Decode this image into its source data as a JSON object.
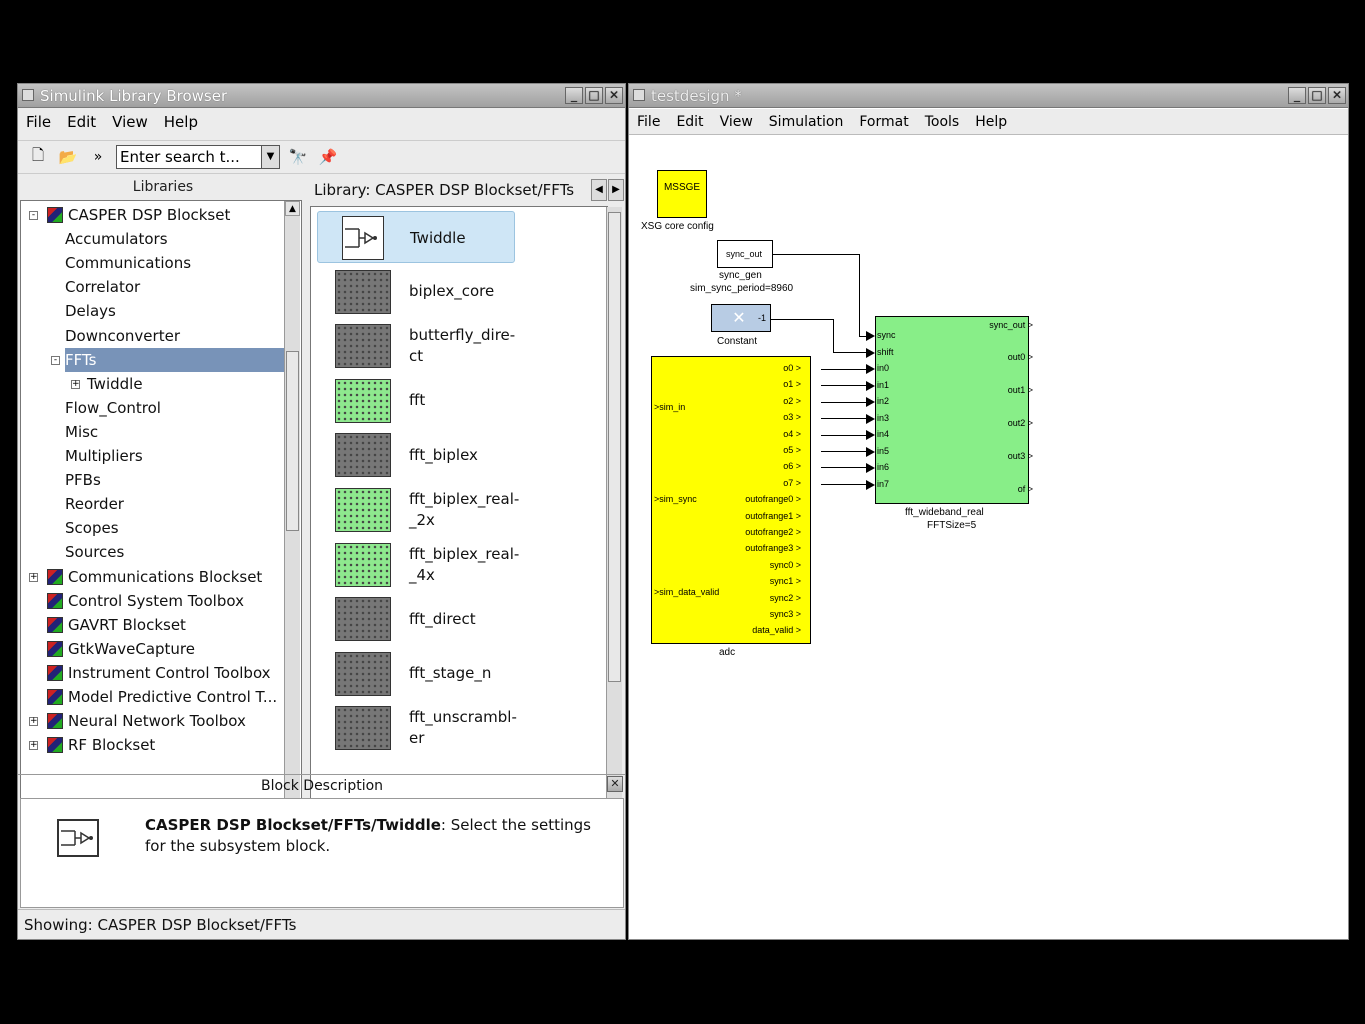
{
  "library_browser": {
    "title": "Simulink Library Browser",
    "menu": [
      "File",
      "Edit",
      "View",
      "Help"
    ],
    "search_placeholder": "Enter search t...",
    "libraries_header": "Libraries",
    "tree": [
      {
        "label": "CASPER DSP Blockset",
        "level": 0,
        "expander": "-",
        "icon": true
      },
      {
        "label": "Accumulators",
        "level": 1
      },
      {
        "label": "Communications",
        "level": 1
      },
      {
        "label": "Correlator",
        "level": 1
      },
      {
        "label": "Delays",
        "level": 1
      },
      {
        "label": "Downconverter",
        "level": 1
      },
      {
        "label": "FFTs",
        "level": 1,
        "selected": true,
        "expander": "-"
      },
      {
        "label": "Twiddle",
        "level": 2,
        "expander": "+"
      },
      {
        "label": "Flow_Control",
        "level": 1
      },
      {
        "label": "Misc",
        "level": 1
      },
      {
        "label": "Multipliers",
        "level": 1
      },
      {
        "label": "PFBs",
        "level": 1
      },
      {
        "label": "Reorder",
        "level": 1
      },
      {
        "label": "Scopes",
        "level": 1
      },
      {
        "label": "Sources",
        "level": 1
      },
      {
        "label": "Communications Blockset",
        "level": 0,
        "expander": "+",
        "icon": true
      },
      {
        "label": "Control System Toolbox",
        "level": 0,
        "icon": true
      },
      {
        "label": "GAVRT Blockset",
        "level": 0,
        "icon": true
      },
      {
        "label": "GtkWaveCapture",
        "level": 0,
        "icon": true
      },
      {
        "label": "Instrument Control Toolbox",
        "level": 0,
        "icon": true
      },
      {
        "label": "Model Predictive Control T...",
        "level": 0,
        "icon": true
      },
      {
        "label": "Neural Network Toolbox",
        "level": 0,
        "expander": "+",
        "icon": true
      },
      {
        "label": "RF Blockset",
        "level": 0,
        "expander": "+",
        "icon": true
      }
    ],
    "library_title": "Library: CASPER DSP Blockset/FFTs",
    "blocks": [
      {
        "label": "Twiddle",
        "style": "white",
        "selected": true
      },
      {
        "label": "biplex_core",
        "style": "gray"
      },
      {
        "label": "butterfly_dire-\nct",
        "style": "gray"
      },
      {
        "label": "fft",
        "style": "green"
      },
      {
        "label": "fft_biplex",
        "style": "gray"
      },
      {
        "label": "fft_biplex_real-\n_2x",
        "style": "green"
      },
      {
        "label": "fft_biplex_real-\n_4x",
        "style": "green"
      },
      {
        "label": "fft_direct",
        "style": "gray"
      },
      {
        "label": "fft_stage_n",
        "style": "gray"
      },
      {
        "label": "fft_unscrambl-\ner",
        "style": "gray"
      }
    ],
    "block_description_header": "Block Description",
    "description_bold": "CASPER DSP Blockset/FFTs/Twiddle",
    "description_rest": ": Select the settings for the subsystem block.",
    "status": "Showing: CASPER DSP Blockset/FFTs"
  },
  "model": {
    "title": "testdesign *",
    "menu": [
      "File",
      "Edit",
      "View",
      "Simulation",
      "Format",
      "Tools",
      "Help"
    ],
    "xsg": {
      "label": "MSSGE",
      "caption": "XSG core config"
    },
    "sync_gen": {
      "port": "sync_out",
      "caption1": "sync_gen",
      "caption2": "sim_sync_period=8960"
    },
    "constant": {
      "value": "-1",
      "caption": "Constant"
    },
    "adc": {
      "caption": "adc",
      "inputs": [
        "sim_in",
        "sim_sync",
        "sim_data_valid"
      ],
      "outputs": [
        "o0",
        "o1",
        "o2",
        "o3",
        "o4",
        "o5",
        "o6",
        "o7",
        "outofrange0",
        "outofrange1",
        "outofrange2",
        "outofrange3",
        "sync0",
        "sync1",
        "sync2",
        "sync3",
        "data_valid"
      ]
    },
    "fft": {
      "caption1": "fft_wideband_real",
      "caption2": "FFTSize=5",
      "inputs": [
        "sync",
        "shift",
        "in0",
        "in1",
        "in2",
        "in3",
        "in4",
        "in5",
        "in6",
        "in7"
      ],
      "outputs": [
        "sync_out",
        "out0",
        "out1",
        "out2",
        "out3",
        "of"
      ]
    },
    "colors": {
      "yellow": "#ffff00",
      "green": "#88ee88",
      "constant": "#b8cce4"
    }
  }
}
